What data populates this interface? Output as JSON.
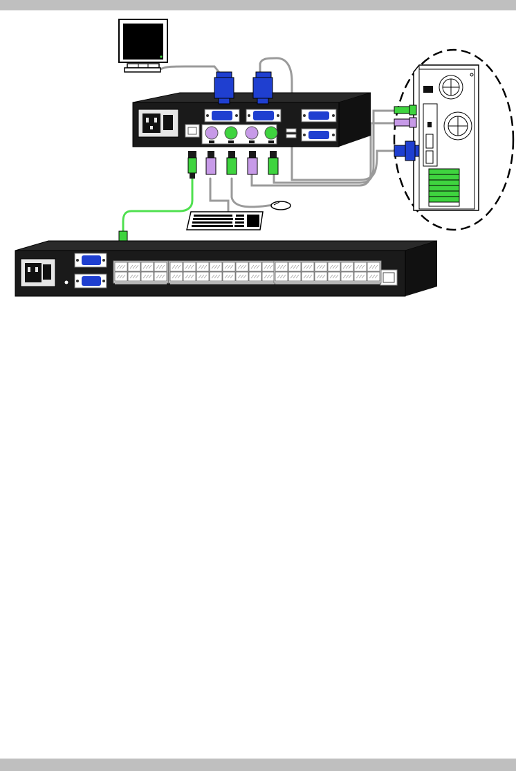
{
  "page": {
    "header_bar": "",
    "footer_bar": ""
  },
  "diagram": {
    "components": [
      {
        "id": "monitor",
        "icon": "monitor-icon"
      },
      {
        "id": "kvm-adapter",
        "icon": "kvm-adapter-icon"
      },
      {
        "id": "keyboard",
        "icon": "keyboard-icon"
      },
      {
        "id": "mouse",
        "icon": "mouse-icon"
      },
      {
        "id": "pc-tower",
        "icon": "pc-tower-icon"
      },
      {
        "id": "kvm-switch-rack",
        "icon": "kvm-switch-icon"
      }
    ],
    "colors": {
      "vga_blue": "#1f3fd0",
      "ps2_purple": "#c79ae8",
      "ps2_green": "#3fd43f",
      "cable_gray": "#9a9a9a",
      "cat5_green": "#4fe04f",
      "chassis": "#1a1a1a",
      "lcd_panel": "#000000"
    },
    "rack_ports": {
      "group_1": 8,
      "group_2": 16,
      "group_3": 16,
      "rows": 2
    }
  }
}
